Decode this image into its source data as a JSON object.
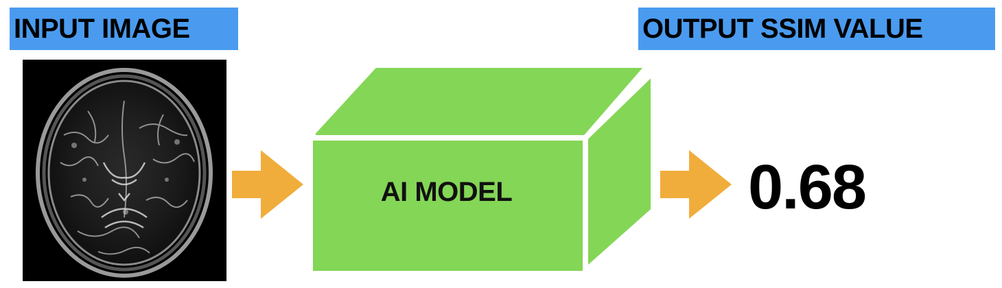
{
  "input": {
    "label": "INPUT IMAGE",
    "image_icon": "brain-mri-scan"
  },
  "model": {
    "label": "AI MODEL"
  },
  "output": {
    "label": "OUTPUT SSIM VALUE",
    "value": "0.68"
  },
  "colors": {
    "label_bg": "#4a9bef",
    "box_green": "#84d656",
    "arrow_orange": "#f0ad3c",
    "image_bg": "#000000"
  }
}
